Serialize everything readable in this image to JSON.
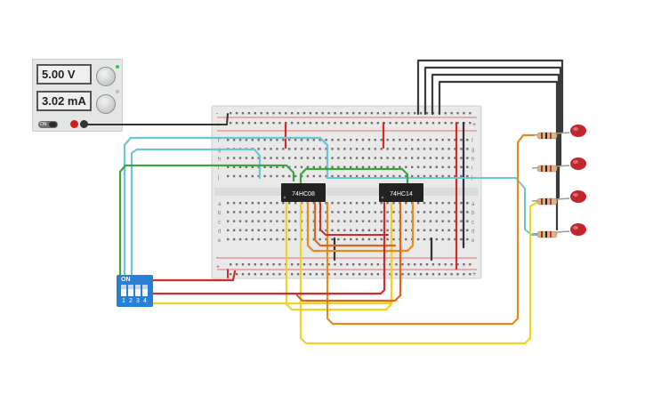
{
  "power_supply": {
    "voltage": "5.00 V",
    "current": "3.02 mA",
    "power_switch_label": "ON"
  },
  "chips": [
    {
      "label": "74HC08"
    },
    {
      "label": "74HC14"
    }
  ],
  "dip_switch": {
    "on_label": "ON",
    "positions": [
      "1",
      "2",
      "3",
      "4"
    ]
  },
  "breadboard": {
    "upper_row_letters": [
      "f",
      "g",
      "h",
      "i",
      "j"
    ],
    "lower_row_letters": [
      "a",
      "b",
      "c",
      "d",
      "e"
    ],
    "rail_plus": "+",
    "rail_minus": "-"
  },
  "wire_colors": {
    "power": "#d62a2a",
    "ground": "#333333",
    "cyan": "#6ec5d2",
    "green": "#3aa83a",
    "yellow": "#f2d21e",
    "orange": "#e88a1c",
    "dark_orange": "#e0651a",
    "red": "#d62a2a"
  },
  "led_color": "#c0262b",
  "led_count": 4
}
